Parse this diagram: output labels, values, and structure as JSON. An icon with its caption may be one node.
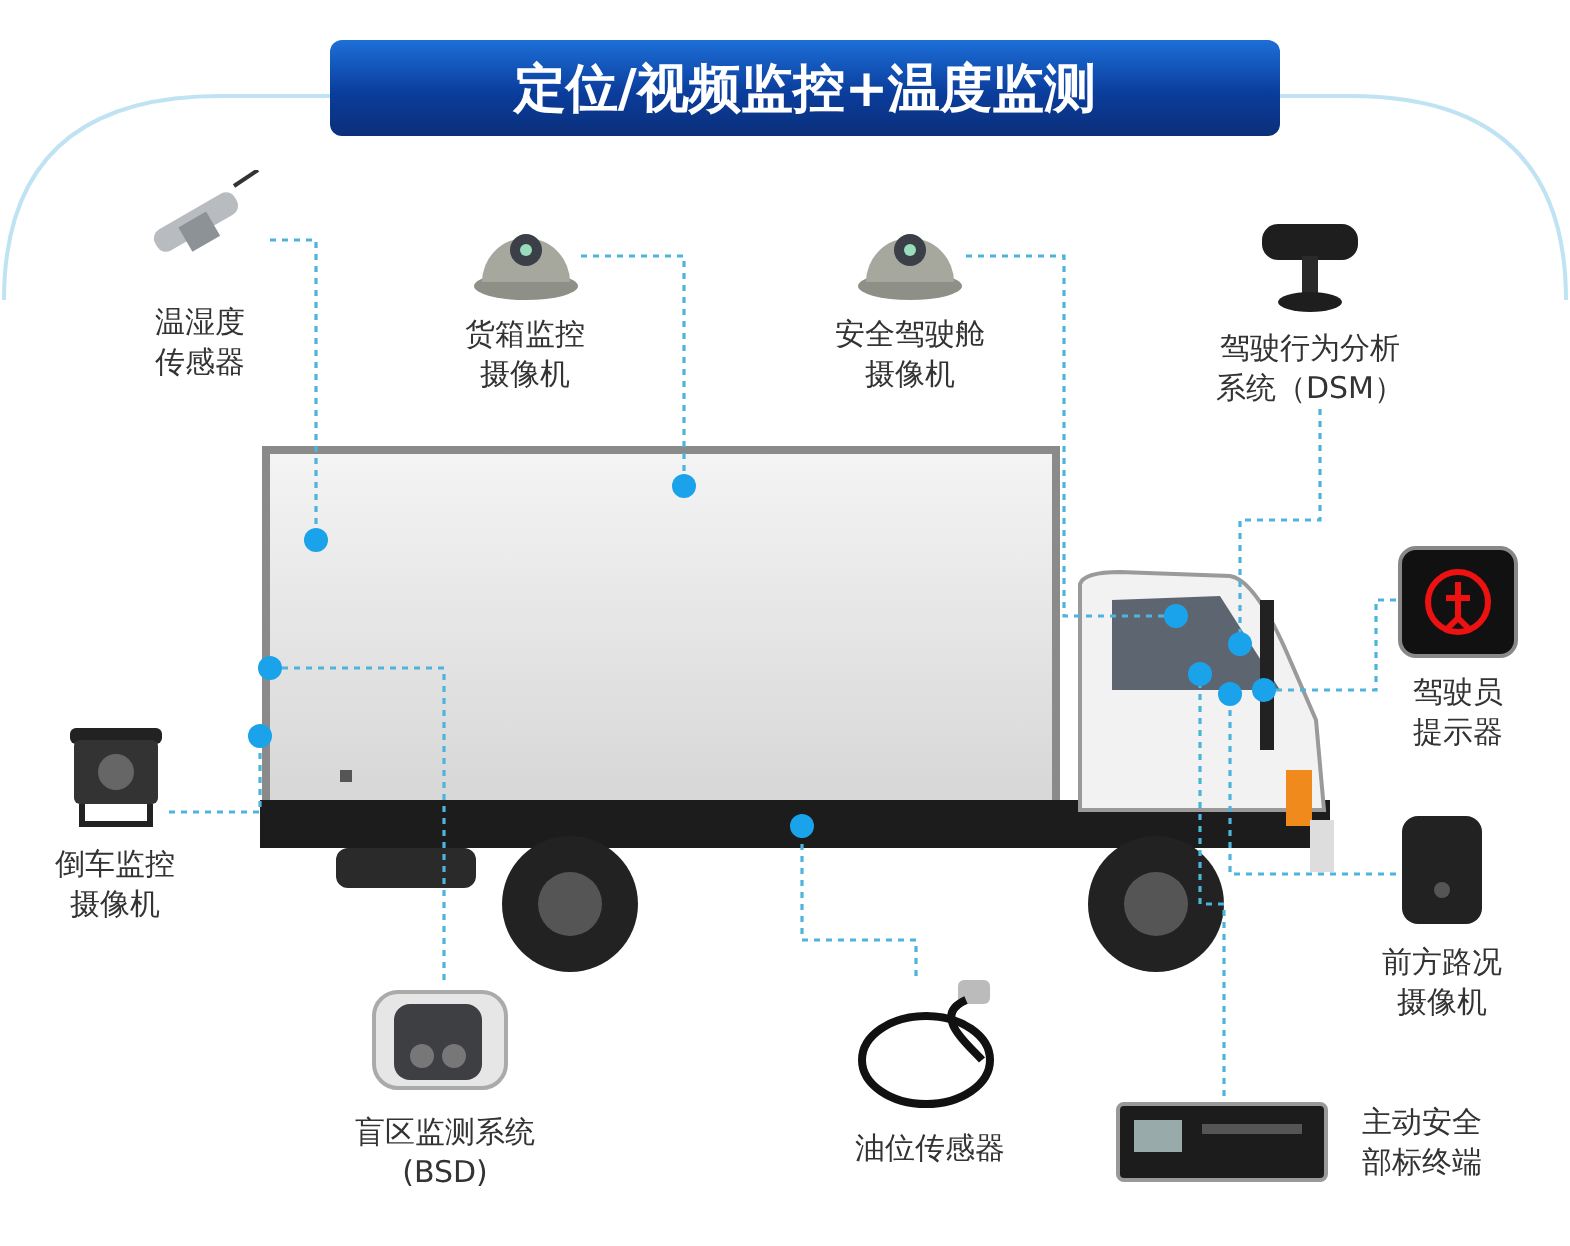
{
  "diagram": {
    "title": "定位/视频监控+温度监测",
    "nodes": [
      {
        "text": [],
        "shape": "picture"
      },
      {
        "text": [
          "温湿度传感器"
        ]
      },
      {
        "text": [
          "货箱监控摄像机"
        ]
      },
      {
        "text": [
          "安全驾驶舱摄像机"
        ]
      },
      {
        "text": [
          "驾驶行为分析系统（DSM）"
        ]
      },
      {
        "text": [
          "驾驶员提示器"
        ]
      },
      {
        "text": [
          "前方路况摄像机"
        ]
      },
      {
        "text": [
          "主动安全部标终端"
        ]
      },
      {
        "text": [
          "油位传感器"
        ]
      },
      {
        "text": [
          "盲区监测系统 (BSD)"
        ]
      },
      {
        "text": [
          "倒车监控摄像机"
        ]
      }
    ],
    "edges": [
      {
        "from": 1,
        "to": 0,
        "arrow": "other"
      },
      {
        "from": 2,
        "to": 0,
        "arrow": "other"
      },
      {
        "from": 3,
        "to": 0,
        "arrow": "other"
      },
      {
        "from": 4,
        "to": 0,
        "arrow": "other"
      },
      {
        "from": 5,
        "to": 0,
        "arrow": "other"
      },
      {
        "from": 6,
        "to": 0,
        "arrow": "other"
      },
      {
        "from": 7,
        "to": 0,
        "arrow": "other"
      },
      {
        "from": 8,
        "to": 0,
        "arrow": "other"
      },
      {
        "from": 9,
        "to": 0,
        "arrow": "other"
      },
      {
        "from": 10,
        "to": 0,
        "arrow": "other"
      }
    ]
  }
}
